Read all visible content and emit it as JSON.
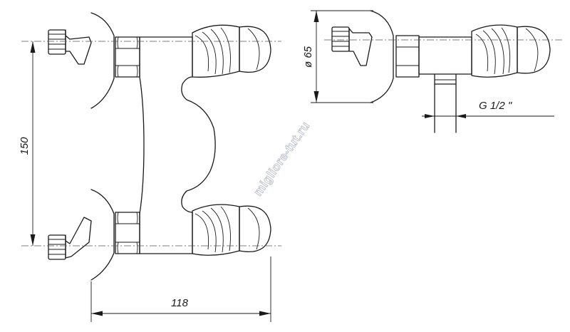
{
  "dimensions": {
    "height": "150",
    "width": "118",
    "diameter": "ø 65",
    "thread": "G 1/2 \""
  },
  "watermark": "migliore-tut.ru"
}
